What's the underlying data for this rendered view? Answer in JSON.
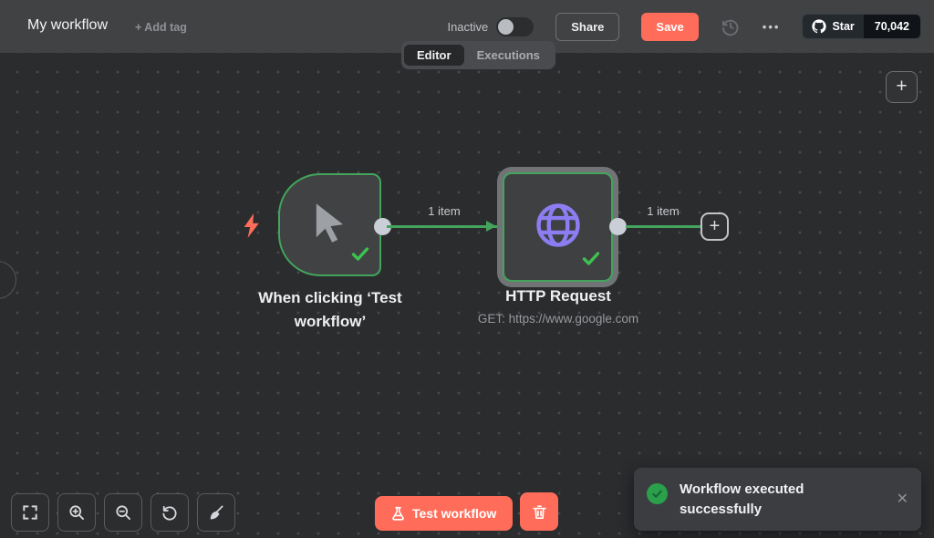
{
  "header": {
    "title": "My workflow",
    "add_tag": "+ Add tag",
    "inactive_label": "Inactive",
    "share_label": "Share",
    "save_label": "Save",
    "github_star": {
      "label": "Star",
      "count": "70,042"
    }
  },
  "tabs": {
    "editor": "Editor",
    "executions": "Executions"
  },
  "canvas": {
    "trigger_node": {
      "label_line1": "When clicking ‘Test",
      "label_line2": "workflow’"
    },
    "http_node": {
      "label": "HTTP Request",
      "subtitle": "GET: https://www.google.com"
    },
    "connections": [
      {
        "label": "1 item"
      },
      {
        "label": "1 item"
      }
    ]
  },
  "footer": {
    "test_workflow": "Test workflow"
  },
  "toast": {
    "line1": "Workflow executed",
    "line2": "successfully"
  },
  "icons": {
    "plus": "+",
    "more": "•••",
    "close": "✕"
  },
  "colors": {
    "accent": "#ff6d5a",
    "success": "#43a55c",
    "node_purple": "#8d7df2",
    "header_bg": "#414244",
    "canvas_bg": "#2b2c2e"
  }
}
